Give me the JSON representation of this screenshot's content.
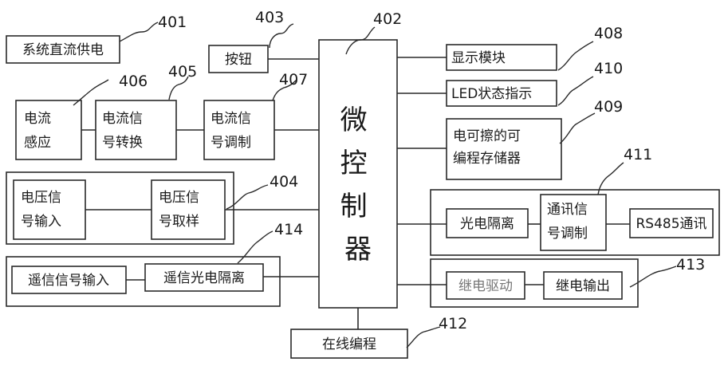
{
  "labels": {
    "power": "系统直流供电",
    "button": "按钮",
    "mcu": "微控制器",
    "display": "显示模块",
    "led": "LED状态指示",
    "eeprom": "电可擦的可编程存储器",
    "current_sense": "电流感应",
    "current_convert": "电流信号转换",
    "current_mod": "电流信号调制",
    "voltage_in": "电压信号输入",
    "voltage_sample": "电压信号取样",
    "remote_in": "遥信信号输入",
    "remote_iso": "遥信光电隔离",
    "opto_iso": "光电隔离",
    "comm_mod": "通讯信号调制",
    "rs485": "RS485通讯",
    "relay_drive": "继电驱动",
    "relay_out": "继电输出",
    "online_prog": "在线编程"
  },
  "refs": {
    "r401": "401",
    "r402": "402",
    "r403": "403",
    "r404": "404",
    "r405": "405",
    "r406": "406",
    "r407": "407",
    "r408": "408",
    "r409": "409",
    "r410": "410",
    "r411": "411",
    "r412": "412",
    "r413": "413",
    "r414": "414"
  }
}
